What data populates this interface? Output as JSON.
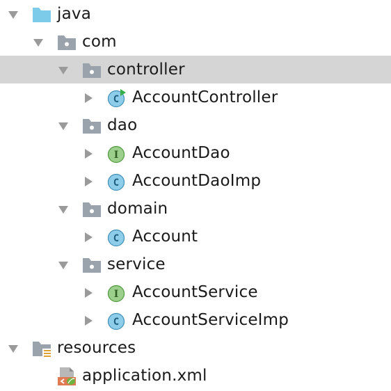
{
  "tree": {
    "nodes": [
      {
        "label": "java",
        "type": "source-folder",
        "expanded": true,
        "selected": false
      },
      {
        "label": "com",
        "type": "package",
        "expanded": true,
        "selected": false
      },
      {
        "label": "controller",
        "type": "package",
        "expanded": true,
        "selected": true
      },
      {
        "label": "AccountController",
        "type": "class-runnable",
        "expanded": false,
        "selected": false
      },
      {
        "label": "dao",
        "type": "package",
        "expanded": true,
        "selected": false
      },
      {
        "label": "AccountDao",
        "type": "interface",
        "expanded": false,
        "selected": false
      },
      {
        "label": "AccountDaoImp",
        "type": "class",
        "expanded": false,
        "selected": false
      },
      {
        "label": "domain",
        "type": "package",
        "expanded": true,
        "selected": false
      },
      {
        "label": "Account",
        "type": "class",
        "expanded": false,
        "selected": false
      },
      {
        "label": "service",
        "type": "package",
        "expanded": true,
        "selected": false
      },
      {
        "label": "AccountService",
        "type": "interface",
        "expanded": false,
        "selected": false
      },
      {
        "label": "AccountServiceImp",
        "type": "class",
        "expanded": false,
        "selected": false
      },
      {
        "label": "resources",
        "type": "resources-folder",
        "expanded": true,
        "selected": false
      },
      {
        "label": "application.xml",
        "type": "xml-file",
        "expanded": null,
        "selected": false
      }
    ]
  },
  "icons": {
    "source-folder": "blue-folder-icon",
    "package": "package-folder-icon",
    "class": "class-c-icon",
    "class-runnable": "runnable-class-icon",
    "interface": "interface-i-icon",
    "resources-folder": "resources-folder-icon",
    "xml-file": "spring-xml-file-icon"
  },
  "colors": {
    "selection": "#d5d5d5",
    "class_fill": "#8dcdea",
    "class_stroke": "#3f8fb8",
    "interface_fill": "#9ccf8c",
    "interface_stroke": "#4f9a3c",
    "folder_blue": "#7ccbe8",
    "folder_gray": "#9aa3ab",
    "arrow": "#9a9a9a",
    "run_marker": "#38b04a"
  }
}
